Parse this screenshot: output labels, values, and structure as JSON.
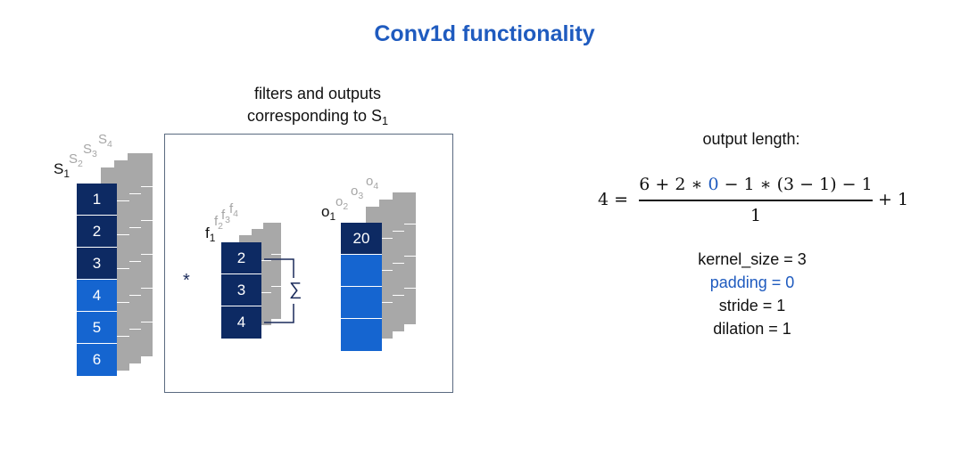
{
  "title": "Conv1d functionality",
  "filters_caption": {
    "line1": "filters and outputs",
    "line2_prefix": "corresponding to S",
    "line2_sub": "1"
  },
  "input": {
    "label": "S",
    "label_sub": "1",
    "stack_labels": [
      {
        "t": "S",
        "s": "2"
      },
      {
        "t": "S",
        "s": "3"
      },
      {
        "t": "S",
        "s": "4"
      }
    ],
    "values": [
      "1",
      "2",
      "3",
      "4",
      "5",
      "6"
    ]
  },
  "filter": {
    "label": "f",
    "label_sub": "1",
    "stack_labels": [
      {
        "t": "f",
        "s": "2"
      },
      {
        "t": "f",
        "s": "3"
      },
      {
        "t": "f",
        "s": "4"
      }
    ],
    "values": [
      "2",
      "3",
      "4"
    ]
  },
  "output": {
    "label": "o",
    "label_sub": "1",
    "stack_labels": [
      {
        "t": "o",
        "s": "2"
      },
      {
        "t": "o",
        "s": "3"
      },
      {
        "t": "o",
        "s": "4"
      }
    ],
    "values": [
      "20",
      "",
      "",
      ""
    ]
  },
  "operator_symbol": "*",
  "sum_symbol": "∑",
  "output_length_label": "output length:",
  "formula": {
    "lhs": "4 =",
    "num_a": "6 + 2 ∗ ",
    "num_pad": "0",
    "num_b": " − 1 ∗ (3 − 1) − 1",
    "den": "1",
    "rhs": "+ 1"
  },
  "params": {
    "kernel_size": "kernel_size = 3",
    "padding": "padding = 0",
    "stride": "stride = 1",
    "dilation": "dilation = 1"
  },
  "colors": {
    "title": "#1f5bbf",
    "dark_cell": "#0d2a63",
    "blue_cell": "#1565d0",
    "gray_stack": "#a8a8a8",
    "padding_text": "#1f5bbf"
  }
}
